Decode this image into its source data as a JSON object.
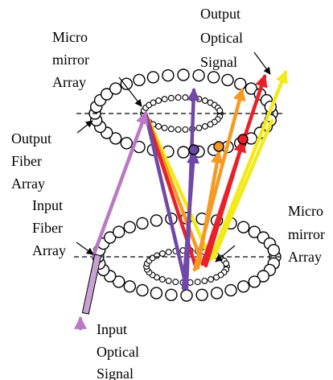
{
  "labels": {
    "output_optical_signal": [
      "Output",
      "Optical",
      "Signal"
    ],
    "micro_mirror_top": [
      "Micro",
      "mirror",
      "Array"
    ],
    "output_fiber_array": [
      "Output",
      "Fiber",
      "Array"
    ],
    "input_fiber_array": [
      "Input",
      "Fiber",
      "Array"
    ],
    "micro_mirror_bottom": [
      "Micro",
      "mirror",
      "Array"
    ],
    "input_optical_signal": [
      "Input",
      "Optical",
      "Signal"
    ]
  },
  "colors": {
    "input_beam": "#b979c4",
    "violet": "#7048a8",
    "red": "#e8202a",
    "orange": "#f59a24",
    "yellow": "#f2ea1a",
    "black": "#000000"
  }
}
